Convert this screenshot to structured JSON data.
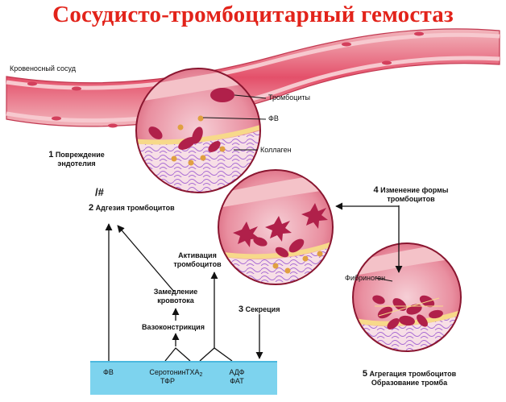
{
  "title": "Сосудисто-тромбоцитарный гемостаз",
  "labels": {
    "vessel": "Кровеносный сосуд",
    "platelets": "Тромбоциты",
    "vwf": "ФВ",
    "collagen": "Коллаген",
    "fibrinogen": "Фибриноген",
    "vasoconstriction": "Вазоконстрикция",
    "slowdown_1": "Замедление",
    "slowdown_2": "кровотока",
    "activation_1": "Активация",
    "activation_2": "тромбоцитов",
    "mark": "/#"
  },
  "steps": [
    {
      "num": "1",
      "line1": "Повреждение",
      "line2": "эндотелия"
    },
    {
      "num": "2",
      "line1": "Адгезия тромбоцитов"
    },
    {
      "num": "3",
      "line1": "Секреция"
    },
    {
      "num": "4",
      "line1": "Изменение формы",
      "line2": "тромбоцитов"
    },
    {
      "num": "5",
      "line1": "Агрегация тромбоцитов",
      "line2": "Образование тромба"
    }
  ],
  "bar": {
    "vwf": "ФВ",
    "serotonin": "Серотонин",
    "tgf": "ТФР",
    "txa": "TXA",
    "txa_sub": "2",
    "adp": "АДФ",
    "atp": "ФАТ"
  },
  "colors": {
    "title": "#e2231a",
    "vessel_wall": "#e8a0a8",
    "lumen": "#d9435a",
    "platelet": "#b0204a",
    "vwf": "#e0a040",
    "collagen": "#9a6bc9",
    "bar": "#7dd3ee"
  }
}
